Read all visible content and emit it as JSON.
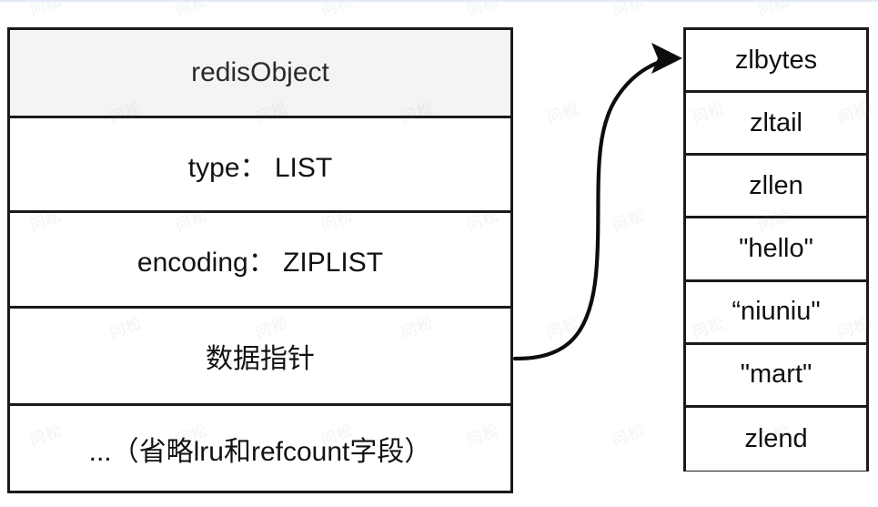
{
  "diagram": {
    "type": "redis-object-to-ziplist",
    "object_box": {
      "header": "redisObject",
      "rows": [
        {
          "label": "type：  LIST"
        },
        {
          "label": "encoding：  ZIPLIST"
        },
        {
          "label": "数据指针"
        },
        {
          "label": "...（省略lru和refcount字段）"
        }
      ]
    },
    "ziplist_box": {
      "entries": [
        {
          "label": "zlbytes"
        },
        {
          "label": "zltail"
        },
        {
          "label": "zllen"
        },
        {
          "label": "\"hello\""
        },
        {
          "label": "“niuniu\""
        },
        {
          "label": "\"mart\""
        },
        {
          "label": "zlend"
        }
      ]
    },
    "connector": {
      "name": "data-pointer-arrow",
      "from": "数据指针",
      "to": "zlbytes"
    },
    "colors": {
      "border": "#1a1a1a",
      "header_fill": "#f4f4f4",
      "background": "#ffffff",
      "text": "#121212"
    },
    "watermark": {
      "text": "问松"
    }
  }
}
